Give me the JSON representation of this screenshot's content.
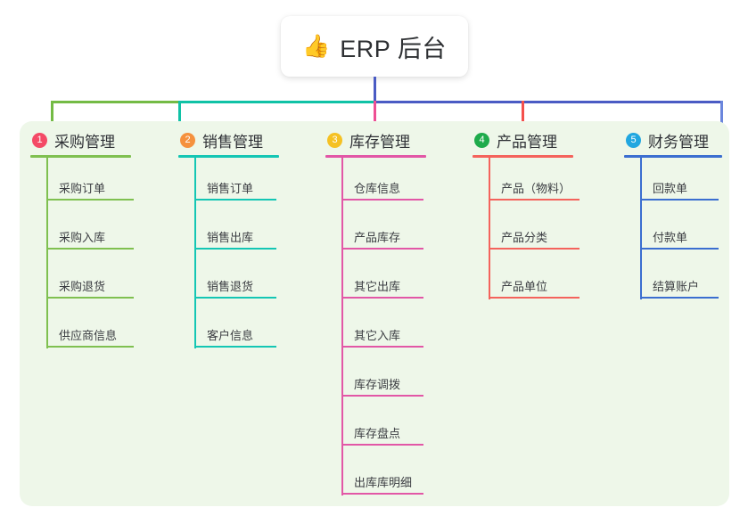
{
  "root": {
    "emoji": "👍",
    "emoji_name": "thumbs-up-icon",
    "title": "ERP 后台"
  },
  "colors": {
    "panel_bg": "#eef7e9",
    "stem": "#4a5bc4",
    "bar_left": "#74bb45",
    "bar_mid": "#10c2a6",
    "bar_right": "#4a5bc4",
    "text": "#2f3136"
  },
  "columns": [
    {
      "index": "1",
      "badge_color": "#f44a66",
      "line_color": "#7fc050",
      "drop_color": "#74bb45",
      "title": "采购管理",
      "items": [
        "采购订单",
        "采购入库",
        "采购退货",
        "供应商信息"
      ]
    },
    {
      "index": "2",
      "badge_color": "#f5913e",
      "line_color": "#14c6b4",
      "drop_color": "#10c2a6",
      "title": "销售管理",
      "items": [
        "销售订单",
        "销售出库",
        "销售退货",
        "客户信息"
      ]
    },
    {
      "index": "3",
      "badge_color": "#f5c123",
      "line_color": "#e257a6",
      "drop_color": "#ee4f94",
      "title": "库存管理",
      "items": [
        "仓库信息",
        "产品库存",
        "其它出库",
        "其它入库",
        "库存调拨",
        "库存盘点",
        "出库库明细"
      ]
    },
    {
      "index": "4",
      "badge_color": "#1eab4b",
      "line_color": "#f4635c",
      "drop_color": "#f4504c",
      "title": "产品管理",
      "items": [
        "产品（物料）",
        "产品分类",
        "产品单位"
      ]
    },
    {
      "index": "5",
      "badge_color": "#21a7e0",
      "line_color": "#3b6ed0",
      "drop_color": "#6b86dd",
      "title": "财务管理",
      "items": [
        "回款单",
        "付款单",
        "结算账户"
      ]
    }
  ]
}
